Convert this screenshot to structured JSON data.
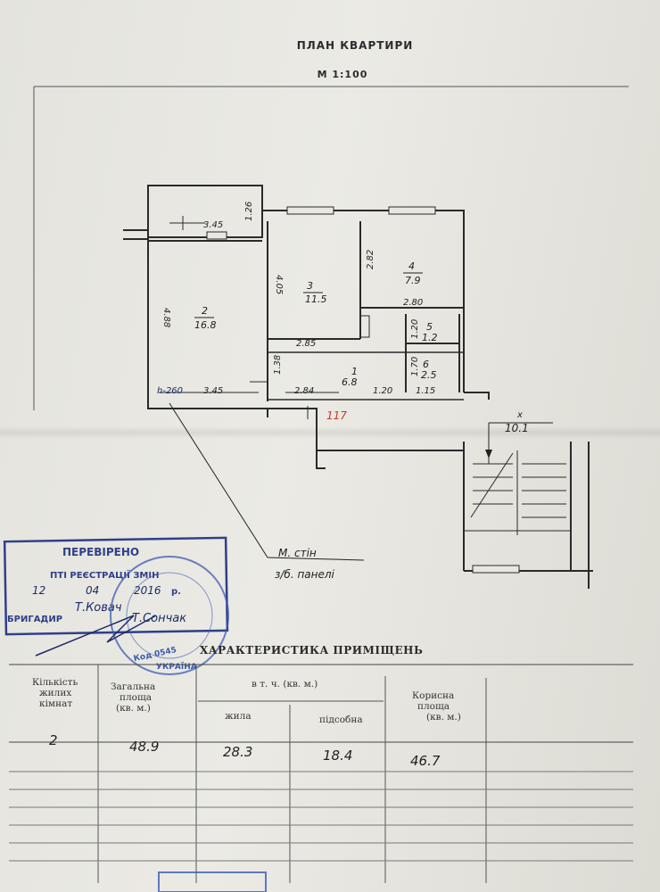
{
  "header": {
    "title": "ПЛАН КВАРТИРИ",
    "scale": "М 1:100"
  },
  "plan": {
    "rooms": [
      {
        "number": "2",
        "area": "16.8"
      },
      {
        "number": "3",
        "area": "11.5"
      },
      {
        "number": "4",
        "area": "7.9"
      },
      {
        "number": "5",
        "area": "1.2"
      },
      {
        "number": "6",
        "area": "2.5"
      },
      {
        "number": "1",
        "area": "6.8"
      }
    ],
    "dimensions": {
      "balcony_len": "3.45",
      "balcony_wid": "1.26",
      "room2_height": "4.88",
      "room2_bottom": "3.45",
      "room3_height": "4.05",
      "room3_width": "2.85",
      "room4_height": "2.82",
      "room4_width": "2.80",
      "bath_h": "1.20",
      "wc_h": "1.70",
      "corridor_h": "1.38",
      "corridor_w": "2.84",
      "hall_w": "1.20",
      "bath_w": "1.15"
    },
    "wall_height_note": "h-260",
    "apartment_no": "117",
    "stair_area": "10.1",
    "stair_mark": "x",
    "wall_note_line1": "М. стін",
    "wall_note_line2": "з/б. панелі"
  },
  "stamp": {
    "line1": "ПЕРЕВІРЕНО",
    "line2": "ПТІ РЕЄСТРАЦІЇ ЗМІН",
    "date_day": "12",
    "date_month": "04",
    "date_year": "2016",
    "date_suffix": "р.",
    "inspector": "Т.Ковач",
    "role": "БРИГАДИР",
    "brigadier": "Т.Сончак",
    "seal_code": "Код 0545",
    "seal_country": "УКРАЇНА"
  },
  "table": {
    "title": "ХАРАКТЕРИСТИКА ПРИМІЩЕНЬ",
    "col_rooms_l1": "Кількість",
    "col_rooms_l2": "жилих",
    "col_rooms_l3": "кімнат",
    "col_total_l1": "Загальна",
    "col_total_l2": "площа",
    "col_total_l3": "(кв. м.)",
    "col_incl": "в т. ч. (кв. м.)",
    "col_living": "жила",
    "col_aux": "підсобна",
    "col_useful_l1": "Корисна",
    "col_useful_l2": "площа",
    "col_useful_l3": "(кв. м.)",
    "values": {
      "rooms": "2",
      "total": "48.9",
      "living": "28.3",
      "aux": "18.4",
      "useful": "46.7"
    }
  },
  "colors": {
    "paper": "#e8e7e1",
    "ink": "#2a2a2a",
    "stamp_blue": "#2f3f8a",
    "red_ink": "#c0392b"
  }
}
